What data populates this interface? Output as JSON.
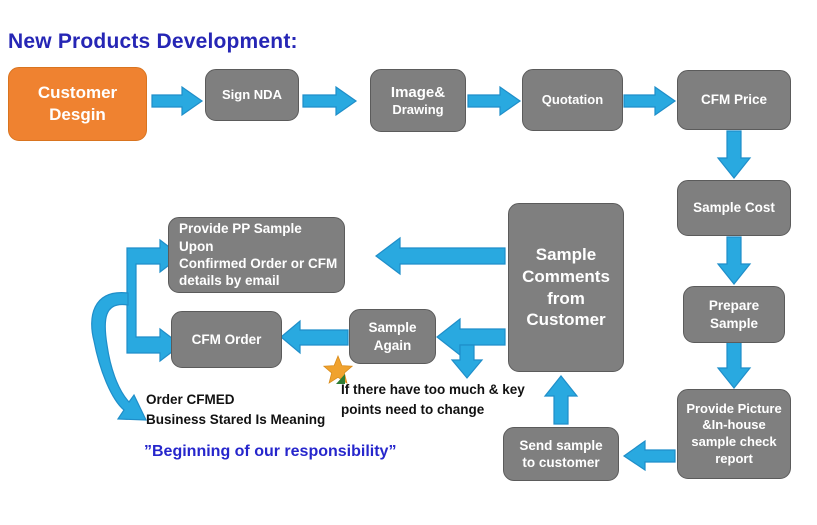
{
  "title": "New Products Development:",
  "colors": {
    "title_blue": "#2626b5",
    "box_gray": "#7f7f7f",
    "box_gray_border": "#5b5b5b",
    "box_orange": "#ef8230",
    "arrow_blue": "#29a9e0",
    "arrow_blue_border": "#1f7fc0",
    "star_gold": "#f0a22e",
    "highlight_blue": "#2626cc"
  },
  "nodes": {
    "customer_design": "Customer\nDesgin",
    "customer_design_l1": "Customer",
    "customer_design_l2": "Desgin",
    "sign_nda": "Sign NDA",
    "image_drawing_l1": "Image&",
    "image_drawing_l2": "Drawing",
    "quotation": "Quotation",
    "cfm_price": "CFM Price",
    "sample_cost": "Sample Cost",
    "prepare_sample_l1": "Prepare",
    "prepare_sample_l2": "Sample",
    "provide_picture_l1": "Provide Picture",
    "provide_picture_l2": "&In-house",
    "provide_picture_l3": "sample check",
    "provide_picture_l4": "report",
    "send_sample_l1": "Send sample",
    "send_sample_l2": "to customer",
    "sample_comments_l1": "Sample",
    "sample_comments_l2": "Comments",
    "sample_comments_l3": "from",
    "sample_comments_l4": "Customer",
    "sample_again_l1": "Sample",
    "sample_again_l2": "Again",
    "cfm_order": "CFM Order",
    "provide_pp_l1": "Provide PP Sample Upon",
    "provide_pp_l2": "Confirmed Order or CFM",
    "provide_pp_l3": "details by email"
  },
  "notes": {
    "change_note_l1": "If there have too much & key",
    "change_note_l2": "points need to change",
    "order_note_l1": "Order CFMED",
    "order_note_l2": "Business Stared Is  Meaning",
    "responsibility": "”Beginning of our responsibility”"
  },
  "icons": {
    "star": "star-icon"
  }
}
